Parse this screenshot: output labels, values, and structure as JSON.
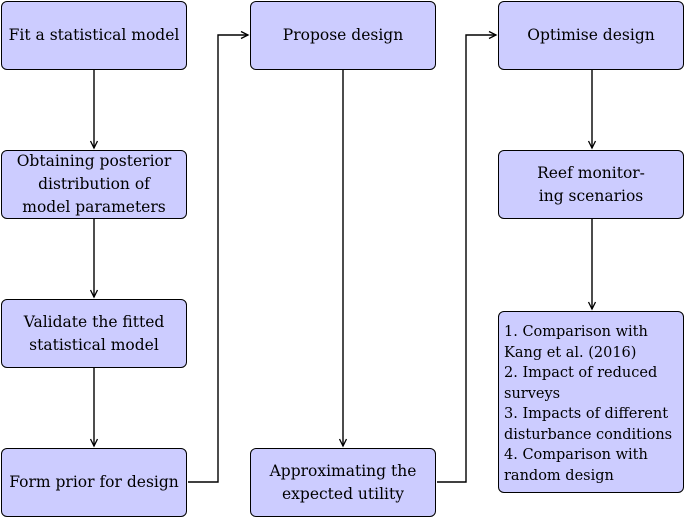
{
  "boxes": {
    "fit_model": "Fit a statistical model",
    "posterior": "Obtaining posterior\ndistribution of\nmodel parameters",
    "validate": "Validate the fitted\nstatistical model",
    "form_prior": "Form prior for design",
    "propose": "Propose design",
    "approx_utility": "Approximating the\nexpected utility",
    "optimise": "Optimise design",
    "reef": "Reef monitor-\ning scenarios",
    "scenarios": "1. Comparison with\nKang et al. (2016)\n2. Impact of reduced\nsurveys\n3. Impacts of different\ndisturbance conditions\n4. Comparison with\nrandom design"
  },
  "colors": {
    "box_fill": "#ccccff",
    "stroke": "#000000"
  }
}
